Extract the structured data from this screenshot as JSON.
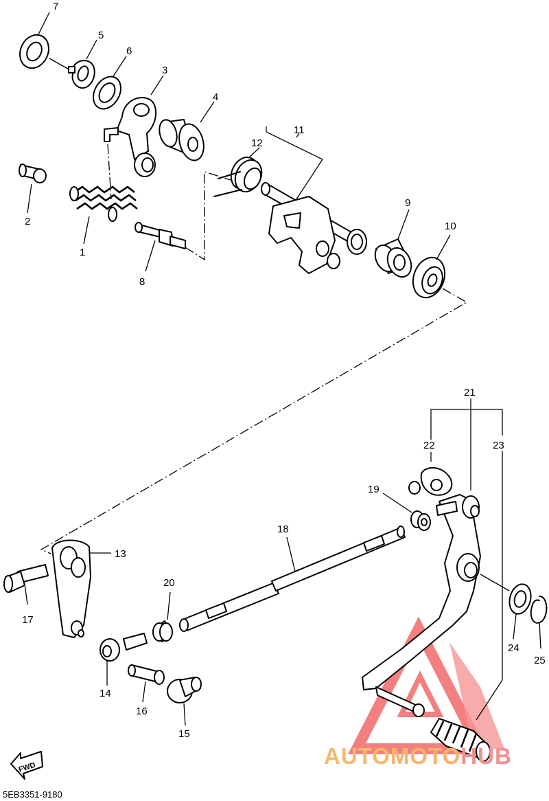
{
  "diagram": {
    "part_numbers": [
      "1",
      "2",
      "3",
      "4",
      "5",
      "6",
      "7",
      "8",
      "9",
      "10",
      "11",
      "12",
      "13",
      "14",
      "15",
      "16",
      "17",
      "18",
      "19",
      "20",
      "21",
      "22",
      "23",
      "24",
      "25"
    ],
    "direction_label": "FWD",
    "diagram_code": "5EB3351-9180"
  },
  "watermark": {
    "part1": "AUTO",
    "part2": "MOTO",
    "part3": "HUB",
    "color_triangle": "#f26b6b",
    "color_text": "#f6b96a"
  }
}
